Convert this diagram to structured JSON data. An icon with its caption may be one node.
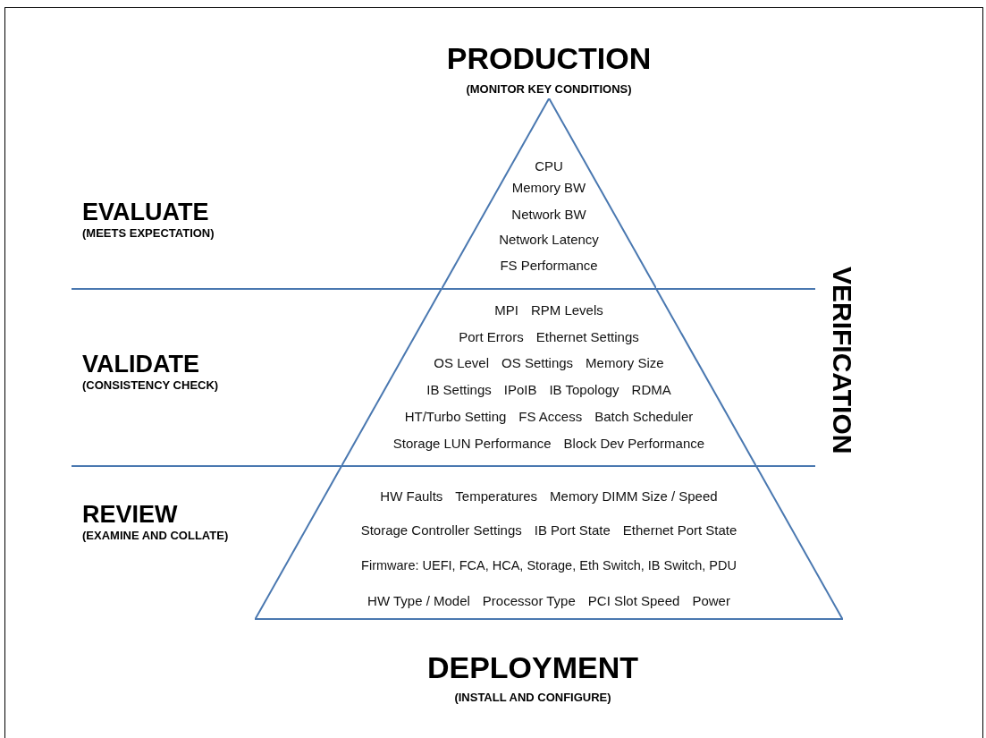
{
  "diagram": {
    "nodes": [
      {
        "text": [
          "CPU",
          "Memory BW",
          "Network BW",
          "Network Latency",
          "FS Performance"
        ],
        "beside": [
          "EVALUATE",
          "(MEETS EXPECTATION)"
        ]
      },
      {
        "text": [
          "MPI",
          "RPM Levels",
          "Port Errors",
          "Ethernet Settings",
          "OS Level",
          "OS Settings",
          "Memory Size",
          "IB Settings",
          "IPoIB",
          "IB Topology",
          "RDMA",
          "HT/Turbo Setting",
          "FS Access",
          "Batch Scheduler",
          "Storage LUN Performance",
          "Block Dev Performance"
        ],
        "beside": [
          "VALIDATE",
          "(CONSISTENCY CHECK)"
        ]
      },
      {
        "text": [
          "HW Faults",
          "Temperatures",
          "Memory DIMM Size / Speed",
          "Storage Controller Settings",
          "IB Port State",
          "Ethernet Port State",
          "Firmware: UEFI, FCA, HCA, Storage, Eth Switch, IB Switch, PDU",
          "HW Type / Model",
          "Processor Type",
          "PCI Slot Speed",
          "Power"
        ],
        "beside": [
          "REVIEW",
          "(EXAMINE AND COLLATE)"
        ]
      }
    ],
    "labels": [
      "PRODUCTION",
      "(MONITOR KEY CONDITIONS)",
      "VERIFICATION",
      "DEPLOYMENT",
      "(INSTALL AND CONFIGURE)"
    ]
  }
}
